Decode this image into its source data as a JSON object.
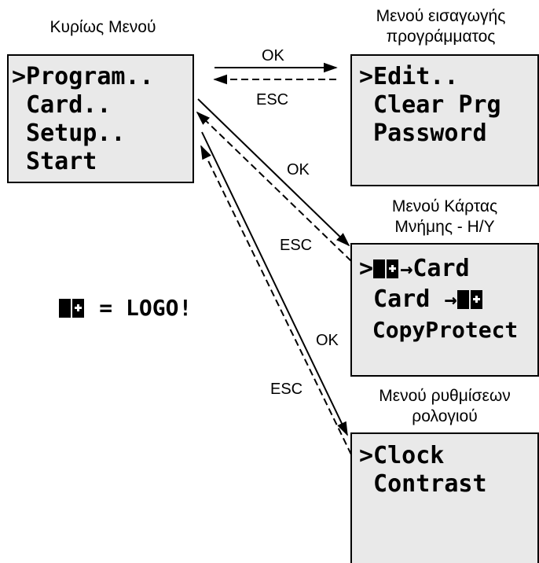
{
  "main_menu": {
    "title": "Κυρίως Μενού",
    "items": [
      ">Program..",
      " Card..",
      " Setup..",
      " Start"
    ]
  },
  "program_menu": {
    "title_line1": "Μενού εισαγωγής",
    "title_line2": "προγράμματος",
    "items": [
      ">Edit..",
      " Clear Prg",
      " Password"
    ]
  },
  "card_menu": {
    "title_line1": "Μενού Κάρτας",
    "title_line2": "Μνήμης - Η/Υ",
    "item1_prefix": ">",
    "item1_arrow": "→",
    "item1_text": "Card",
    "item2_text": " Card ",
    "item2_arrow": "→",
    "item3_text": " CopyProtect"
  },
  "clock_menu": {
    "title_line1": "Μενού ρυθμίσεων",
    "title_line2": "ρολογιού",
    "items": [
      ">Clock",
      " Contrast"
    ]
  },
  "legend": {
    "equals_text": " = LOGO!"
  },
  "arrow_labels": {
    "ok_top": "OK",
    "esc_top": "ESC",
    "ok_card": "OK",
    "esc_card": "ESC",
    "ok_clock": "OK",
    "esc_clock": "ESC"
  },
  "icons": {
    "logo": "logo-device-icon"
  }
}
